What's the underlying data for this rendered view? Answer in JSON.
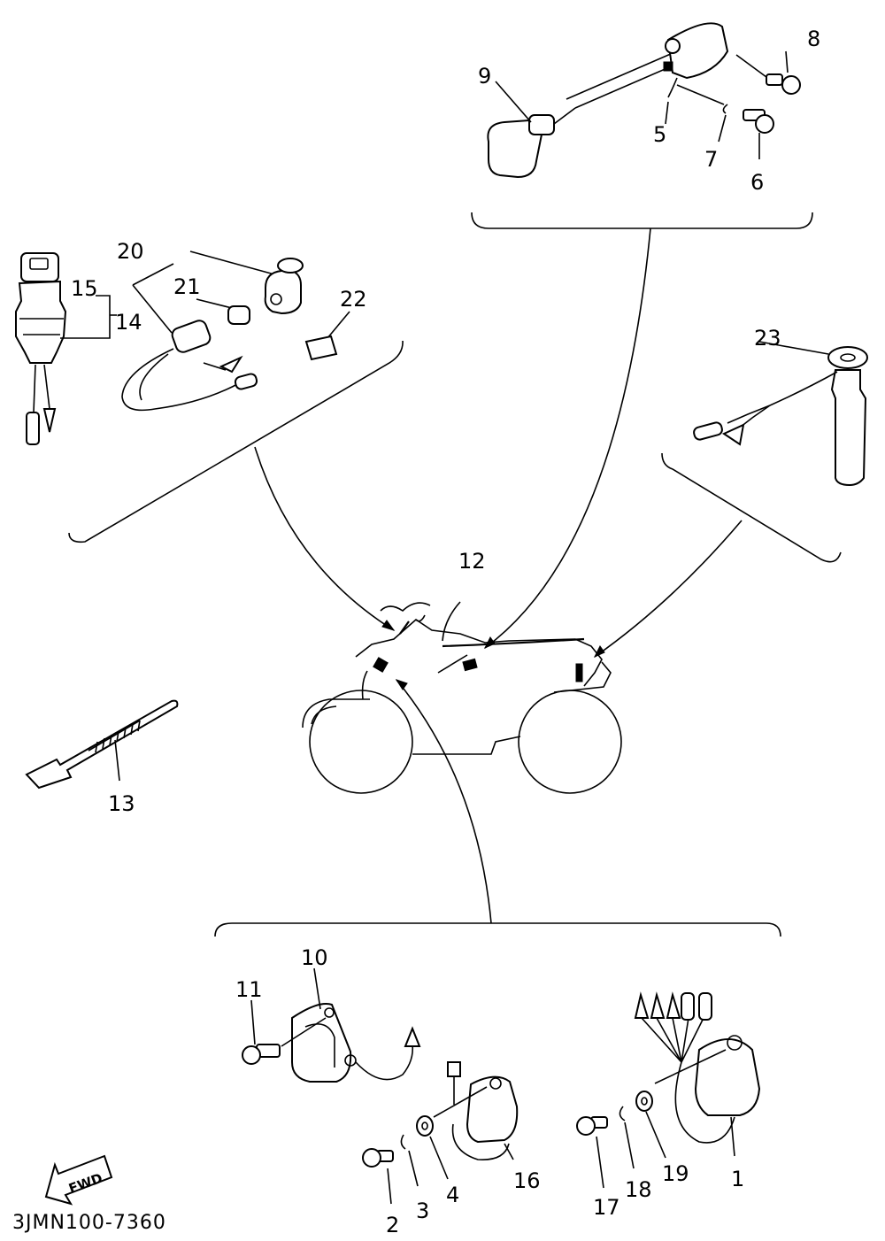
{
  "diagram": {
    "part_labels": {
      "p1": "1",
      "p2": "2",
      "p3": "3",
      "p4": "4",
      "p5": "5",
      "p6": "6",
      "p7": "7",
      "p8": "8",
      "p9": "9",
      "p10": "10",
      "p11": "11",
      "p12": "12",
      "p13": "13",
      "p14": "14",
      "p15": "15",
      "p16": "16",
      "p17": "17",
      "p18": "18",
      "p19": "19",
      "p20": "20",
      "p21": "21",
      "p22": "22",
      "p23": "23"
    },
    "fwd_label": "FWD",
    "drawing_code": "3JMN100-7360"
  }
}
